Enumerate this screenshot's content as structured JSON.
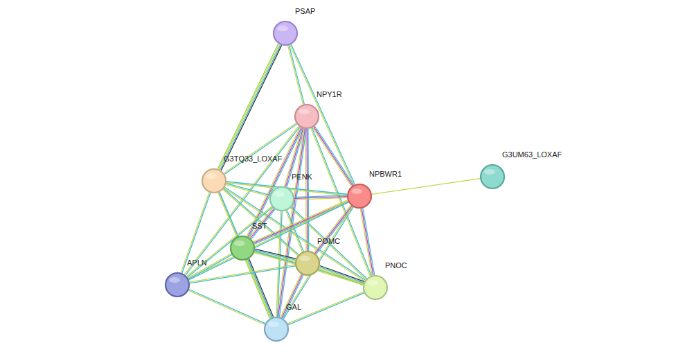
{
  "diagram": {
    "nodes": [
      {
        "text": [
          "PSAP"
        ]
      },
      {
        "text": [
          "NPY1R"
        ]
      },
      {
        "text": [
          "G3UM63_LOXAF"
        ]
      },
      {
        "text": [
          "G3TQ33_LOXAF"
        ]
      },
      {
        "text": [
          "NPBWR1"
        ]
      },
      {
        "text": [
          "PENK"
        ]
      },
      {
        "text": [
          "SST"
        ]
      },
      {
        "text": [
          "POMC"
        ]
      },
      {
        "text": [
          "APLN"
        ]
      },
      {
        "text": [
          "PNOC"
        ]
      },
      {
        "text": [
          "GAL"
        ]
      }
    ],
    "edges": [
      {
        "from": 0,
        "to": 3,
        "arrow": "none"
      },
      {
        "from": 0,
        "to": 1,
        "arrow": "none"
      },
      {
        "from": 0,
        "to": 4,
        "arrow": "none"
      },
      {
        "from": 1,
        "to": 3,
        "arrow": "none"
      },
      {
        "from": 1,
        "to": 5,
        "arrow": "none"
      },
      {
        "from": 1,
        "to": 4,
        "arrow": "none"
      },
      {
        "from": 1,
        "to": 6,
        "arrow": "none"
      },
      {
        "from": 1,
        "to": 7,
        "arrow": "none"
      },
      {
        "from": 1,
        "to": 9,
        "arrow": "none"
      },
      {
        "from": 1,
        "to": 8,
        "arrow": "none"
      },
      {
        "from": 1,
        "to": 10,
        "arrow": "none"
      },
      {
        "from": 4,
        "to": 2,
        "arrow": "none"
      },
      {
        "from": 3,
        "to": 5,
        "arrow": "none"
      },
      {
        "from": 3,
        "to": 4,
        "arrow": "none"
      },
      {
        "from": 3,
        "to": 6,
        "arrow": "none"
      },
      {
        "from": 3,
        "to": 7,
        "arrow": "none"
      },
      {
        "from": 3,
        "to": 8,
        "arrow": "none"
      },
      {
        "from": 3,
        "to": 9,
        "arrow": "none"
      },
      {
        "from": 3,
        "to": 10,
        "arrow": "none"
      },
      {
        "from": 5,
        "to": 4,
        "arrow": "none"
      },
      {
        "from": 5,
        "to": 6,
        "arrow": "none"
      },
      {
        "from": 5,
        "to": 7,
        "arrow": "none"
      },
      {
        "from": 5,
        "to": 8,
        "arrow": "none"
      },
      {
        "from": 5,
        "to": 9,
        "arrow": "none"
      },
      {
        "from": 5,
        "to": 10,
        "arrow": "none"
      },
      {
        "from": 4,
        "to": 6,
        "arrow": "none"
      },
      {
        "from": 4,
        "to": 7,
        "arrow": "none"
      },
      {
        "from": 4,
        "to": 9,
        "arrow": "none"
      },
      {
        "from": 4,
        "to": 10,
        "arrow": "none"
      },
      {
        "from": 4,
        "to": 8,
        "arrow": "none"
      },
      {
        "from": 6,
        "to": 7,
        "arrow": "none"
      },
      {
        "from": 6,
        "to": 8,
        "arrow": "none"
      },
      {
        "from": 6,
        "to": 10,
        "arrow": "none"
      },
      {
        "from": 6,
        "to": 9,
        "arrow": "none"
      },
      {
        "from": 7,
        "to": 8,
        "arrow": "none"
      },
      {
        "from": 7,
        "to": 9,
        "arrow": "none"
      },
      {
        "from": 7,
        "to": 10,
        "arrow": "none"
      },
      {
        "from": 8,
        "to": 10,
        "arrow": "none"
      },
      {
        "from": 9,
        "to": 10,
        "arrow": "none"
      }
    ]
  }
}
